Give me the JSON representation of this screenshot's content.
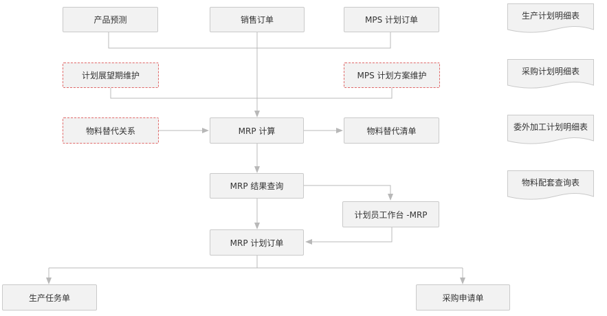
{
  "nodes": {
    "product_forecast": "产品预测",
    "sales_order": "销售订单",
    "mps_plan_order": "MPS 计划订单",
    "plan_horizon_maint": "计划展望期维护",
    "mps_scheme_maint": "MPS 计划方案维护",
    "material_substitute": "物料替代关系",
    "mrp_calc": "MRP 计算",
    "substitute_list": "物料替代清单",
    "mrp_result_query": "MRP 结果查询",
    "planner_workbench": "计划员工作台 -MRP",
    "mrp_plan_order": "MRP 计划订单",
    "production_task": "生产任务单",
    "purchase_request": "采购申请单"
  },
  "reports": {
    "production_plan_detail": "生产计划明细表",
    "purchase_plan_detail": "采购计划明细表",
    "outsource_plan_detail": "委外加工计划明细表",
    "material_kit_query": "物料配套查询表"
  },
  "colors": {
    "node_fill": "#f2f2f2",
    "node_border": "#c9c9c9",
    "dashed_border": "#e06666",
    "connector": "#b8b8b8",
    "text": "#333333"
  }
}
